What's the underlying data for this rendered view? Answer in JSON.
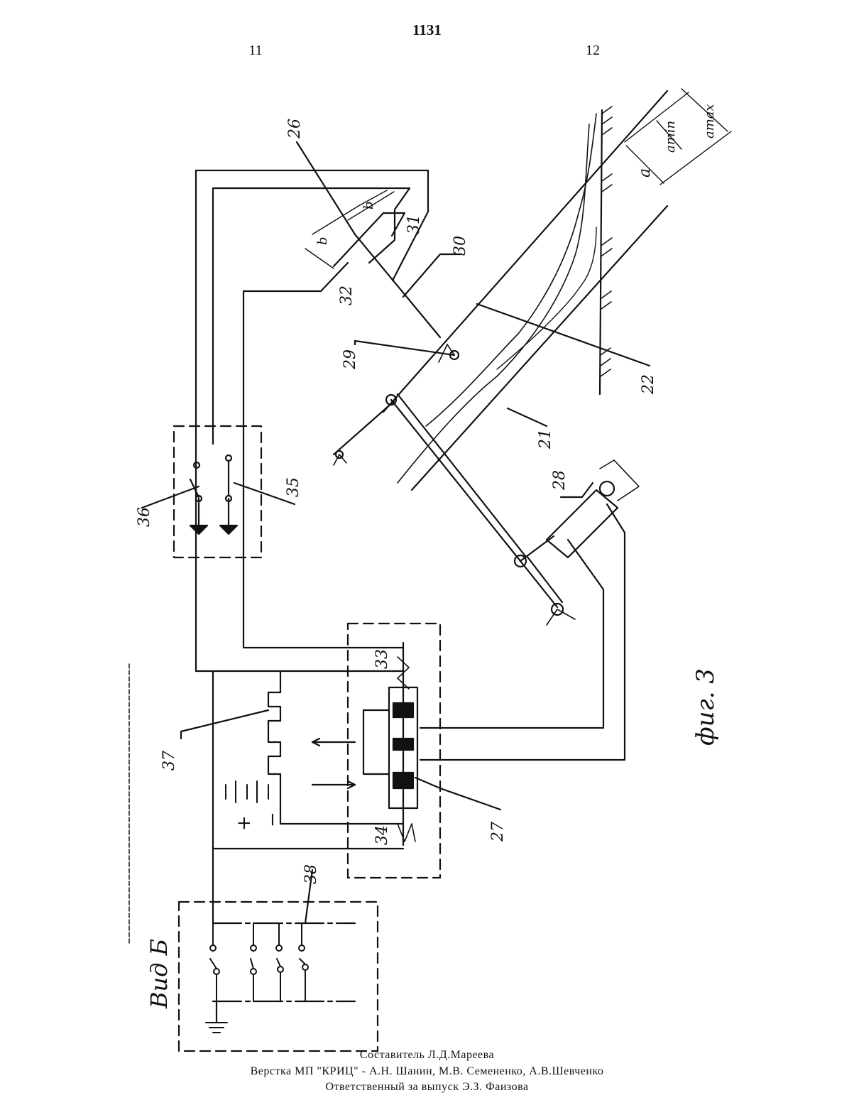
{
  "header": {
    "page_number": "1131",
    "column_left": "11",
    "column_right": "12"
  },
  "figure": {
    "caption": "фиг. 3",
    "view_label": "Вид Б",
    "labels": {
      "l21": "21",
      "l22": "22",
      "l26": "26",
      "l27": "27",
      "l28": "28",
      "l29": "29",
      "l30": "30",
      "l31": "31",
      "l32": "32",
      "l33": "33",
      "l34": "34",
      "l35": "35",
      "l36": "36",
      "l37": "37",
      "l38": "38"
    },
    "dims": {
      "a": "a",
      "amin": "amin",
      "amax": "amax",
      "b1": "b",
      "b2": "b"
    },
    "battery": {
      "plus": "+",
      "minus": "−"
    }
  },
  "footer": {
    "compiler": "Составитель    Л.Д.Мареева",
    "layout": "Верстка МП \"КРИЦ\" -   А.Н. Шанин, М.В. Семененко,   А.В.Шевченко",
    "responsible": "Ответственный  за  выпуск  Э.З. Фаизова"
  }
}
